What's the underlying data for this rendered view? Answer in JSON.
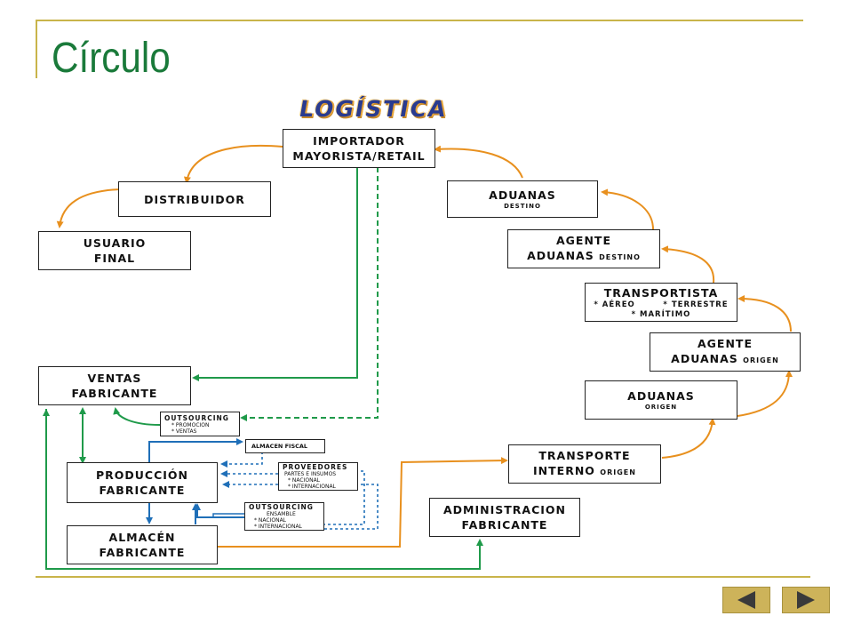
{
  "slide": {
    "title": "Círculo"
  },
  "banner": "LOGÍSTICA",
  "boxes": {
    "importador": {
      "line1": "IMPORTADOR",
      "line2": "MAYORISTA/RETAIL"
    },
    "distribuidor": {
      "line1": "DISTRIBUIDOR"
    },
    "usuario": {
      "line1": "USUARIO",
      "line2": "FINAL"
    },
    "ventas": {
      "line1": "VENTAS",
      "line2": "FABRICANTE"
    },
    "produccion": {
      "line1": "PRODUCCIÓN",
      "line2": "FABRICANTE"
    },
    "almacen": {
      "line1": "ALMACÉN",
      "line2": "FABRICANTE"
    },
    "administracion": {
      "line1": "ADMINISTRACION",
      "line2": "FABRICANTE"
    },
    "transporte": {
      "line1": "TRANSPORTE",
      "line2": "INTERNO",
      "suffix": "ORIGEN"
    },
    "aduanas_origen": {
      "line1": "ADUANAS",
      "line2": "ORIGEN"
    },
    "agente_origen": {
      "line1": "AGENTE",
      "line2": "ADUANAS",
      "suffix": "ORIGEN"
    },
    "transportista": {
      "line1": "TRANSPORTISTA",
      "line2": "* AÉREO        * TERRESTRE",
      "line3": "* MARÍTIMO"
    },
    "agente_destino": {
      "line1": "AGENTE",
      "line2": "ADUANAS",
      "suffix": "DESTINO"
    },
    "aduanas_destino": {
      "line1": "ADUANAS",
      "line2": "DESTINO"
    },
    "outsourcing1": {
      "title": "OUTSOURCING",
      "item1": "* PROMOCION",
      "item2": "* VENTAS"
    },
    "almacen_fiscal": {
      "title": "ALMACEN FISCAL"
    },
    "proveedores": {
      "title": "PROVEEDORES",
      "item1": "PARTES E INSUMOS",
      "item2": "* NACIONAL",
      "item3": "* INTERNACIONAL"
    },
    "outsourcing2": {
      "title": "OUTSOURCING",
      "item1": "ENSAMBLE",
      "item2": "* NACIONAL",
      "item3": "* INTERNACIONAL"
    }
  },
  "colors": {
    "green": "#1f9a4a",
    "orange": "#e8901e",
    "blue": "#1f6fb8",
    "title": "#1a7a3a",
    "frame": "#c9b44a"
  },
  "nav": {
    "prev_icon": "triangle-left-icon",
    "next_icon": "triangle-right-icon"
  }
}
